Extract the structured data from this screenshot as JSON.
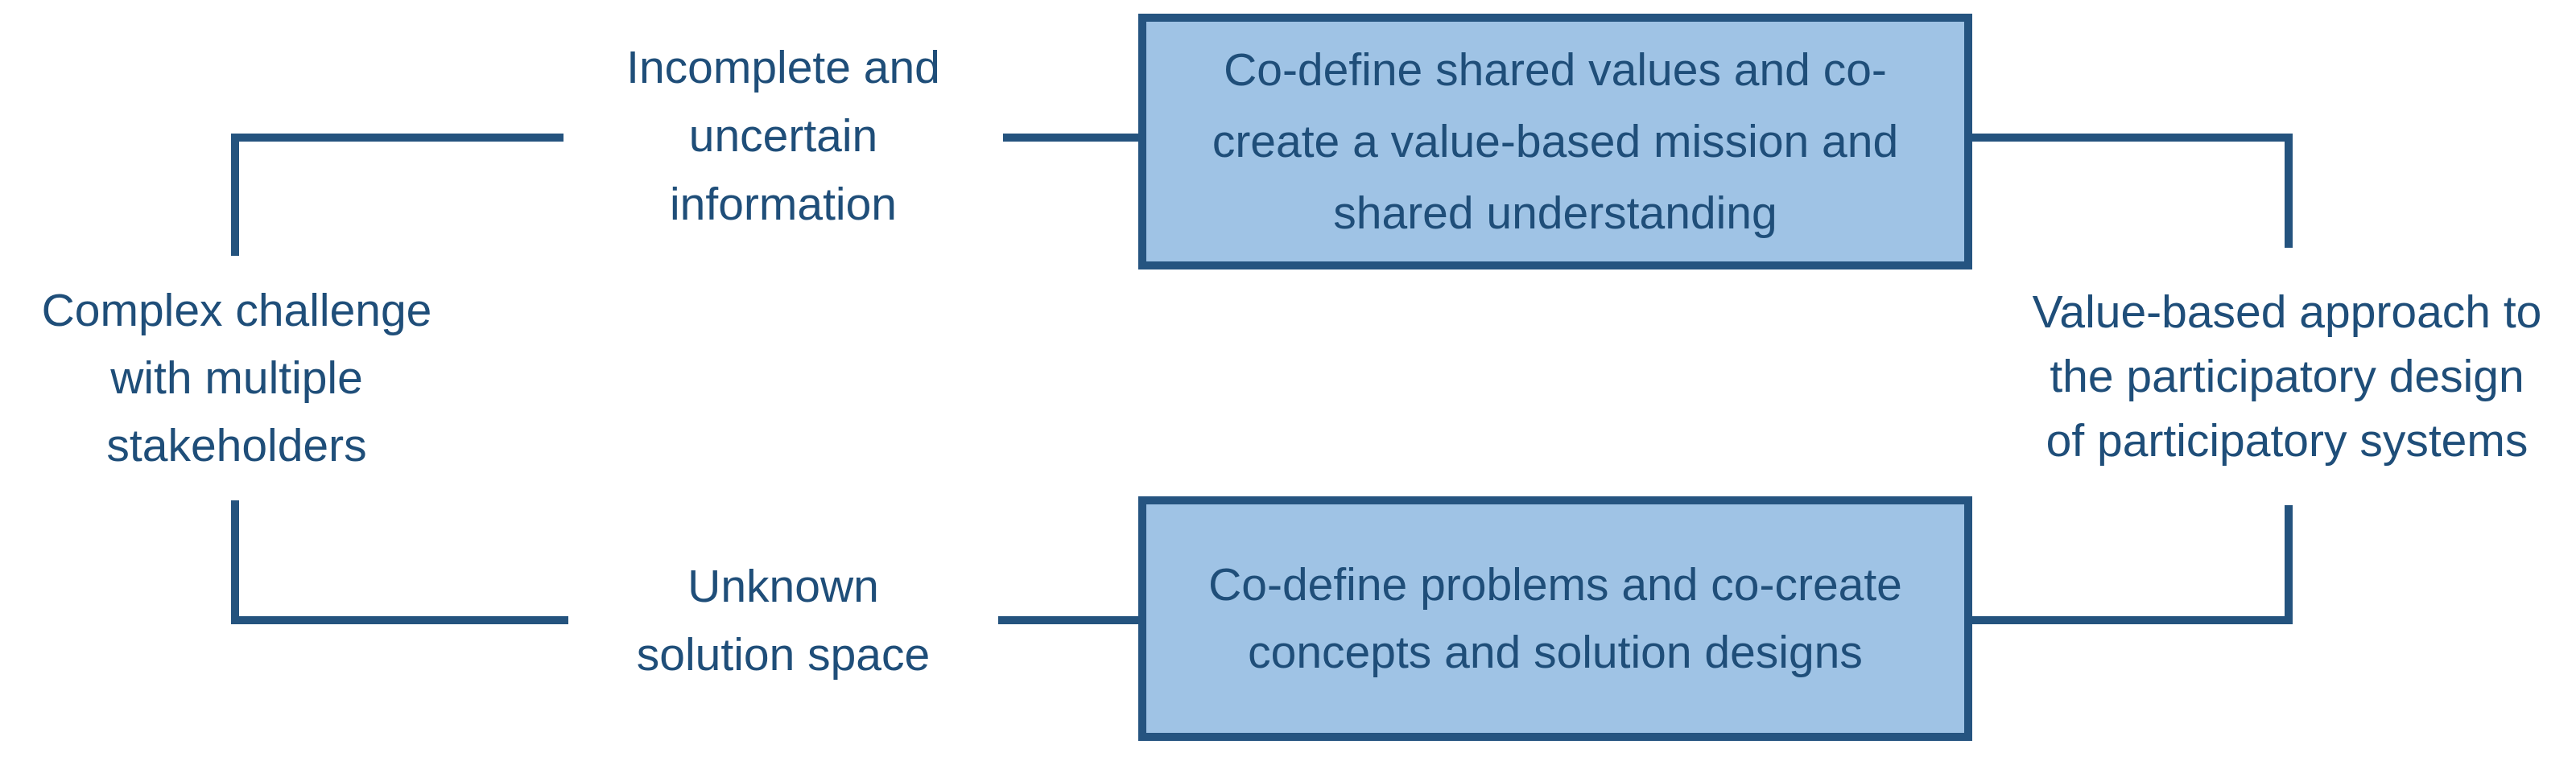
{
  "diagram": {
    "left_label": {
      "lines": [
        "Complex challenge",
        "with multiple",
        "stakeholders"
      ]
    },
    "top_label": {
      "lines": [
        "Incomplete and",
        "uncertain",
        "information"
      ]
    },
    "bottom_label": {
      "lines": [
        "Unknown",
        "solution space"
      ]
    },
    "right_label": {
      "lines": [
        "Value-based approach to",
        "the participatory design",
        "of participatory systems"
      ]
    },
    "box_top": {
      "lines": [
        "Co-define shared values and co-",
        "create a value-based mission and",
        "shared understanding"
      ]
    },
    "box_bottom": {
      "lines": [
        "Co-define problems and co-create",
        "concepts and solution designs"
      ]
    },
    "colors": {
      "background": "#FFFFFF",
      "connector_line": "#24537E",
      "text": "#1F4E79",
      "box_fill": "#9FC3E5",
      "box_border": "#255480"
    }
  }
}
